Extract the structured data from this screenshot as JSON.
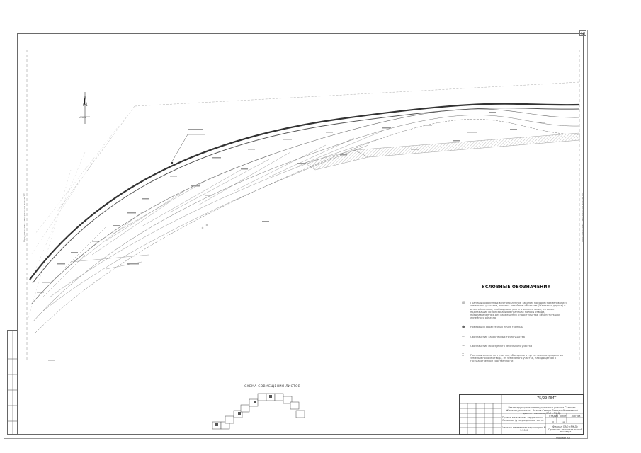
{
  "sheet": {
    "sheet_number": "18"
  },
  "legend": {
    "title": "УСЛОВНЫЕ ОБОЗНАЧЕНИЯ",
    "items": [
      {
        "icon": "hatched-area-symbol",
        "text": "Границы образуемых в установленном законом порядке (наименование) земельных участков, занятых линейным объектом (Железная дорога) и иные объектами, необходимые для его эксплуатации, а так же подлежащие использованию в границах полосы отвода, предназначенных для размещения (строительства, реконструкции) линейного объекта"
      },
      {
        "icon": "dot-symbol",
        "text": "Номерация характерных точек границы"
      },
      {
        "icon": "dashed-boundary-symbol",
        "text": "Обозначение характерных точек участка"
      },
      {
        "icon": "parcel-number-symbol",
        "text": "Обозначение образуемого земельного участка"
      },
      {
        "icon": "dotted-zone-symbol",
        "text": "Границы земельного участка, образуемого путем перераспределения земель в полосе отвода, из земельного участка, находящегося в государственной собственности"
      }
    ]
  },
  "scheme": {
    "title": "СХЕМА СОВМЕЩЕНИЯ ЛИСТОВ"
  },
  "title_block": {
    "code": "75/29-ПМТ",
    "description": "Реконструкция железнодорожного участка Станция Железнодорожная - Волхов Северо-Западной железной дороги - филиала ОАО «РЖД»",
    "sheet_title": "Проект межевания территории. Основная (утверждаемая) часть",
    "stage": "П",
    "sheet": "18",
    "sheets": "",
    "stage_label": "Стадия",
    "sheet_label": "Лист",
    "sheets_label": "Листов",
    "map_title": "Чертеж межевания территории М 1:2000",
    "organization": "Филиал ОАО «РЖД» Проектно-изыскательский институт",
    "format": "Формат А3"
  },
  "north": {
    "label": "СЕВЕР"
  },
  "side_labels": {
    "left": "Продолжение смотреть на листе 17",
    "right": "Продолжение смотреть на листе 19"
  }
}
